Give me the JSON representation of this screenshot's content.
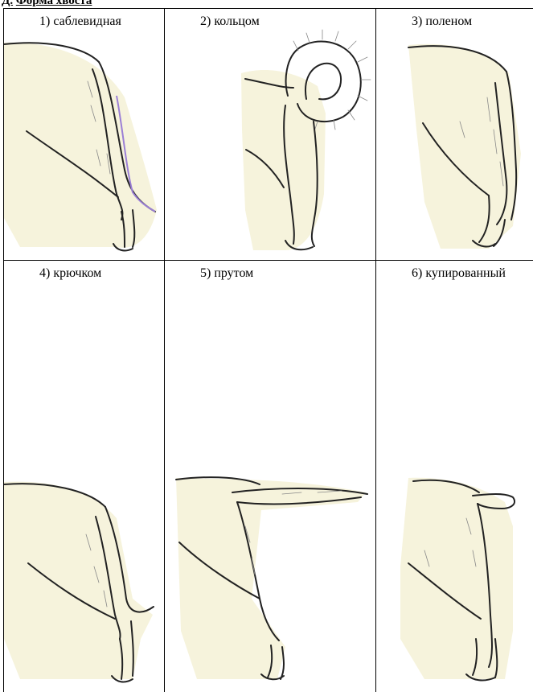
{
  "section": {
    "prefix": "Д.",
    "title": "Форма хвоста"
  },
  "cells": [
    {
      "label": "1) саблевидная",
      "figure": "dog-hindquarter-saber-tail"
    },
    {
      "label": "2) кольцом",
      "figure": "dog-hindquarter-ring-tail"
    },
    {
      "label": "3) поленом",
      "figure": "dog-hindquarter-log-tail"
    },
    {
      "label": "4) крючком",
      "figure": "dog-hindquarter-hook-tail"
    },
    {
      "label": "5) прутом",
      "figure": "dog-hindquarter-rod-tail"
    },
    {
      "label": "6) купированный",
      "figure": "dog-hindquarter-docked-tail"
    }
  ],
  "colors": {
    "outline": "#222222",
    "saber_tail_edge": "#9b7fd6",
    "fur_background": "#f6f3dc",
    "grid": "#000000"
  }
}
